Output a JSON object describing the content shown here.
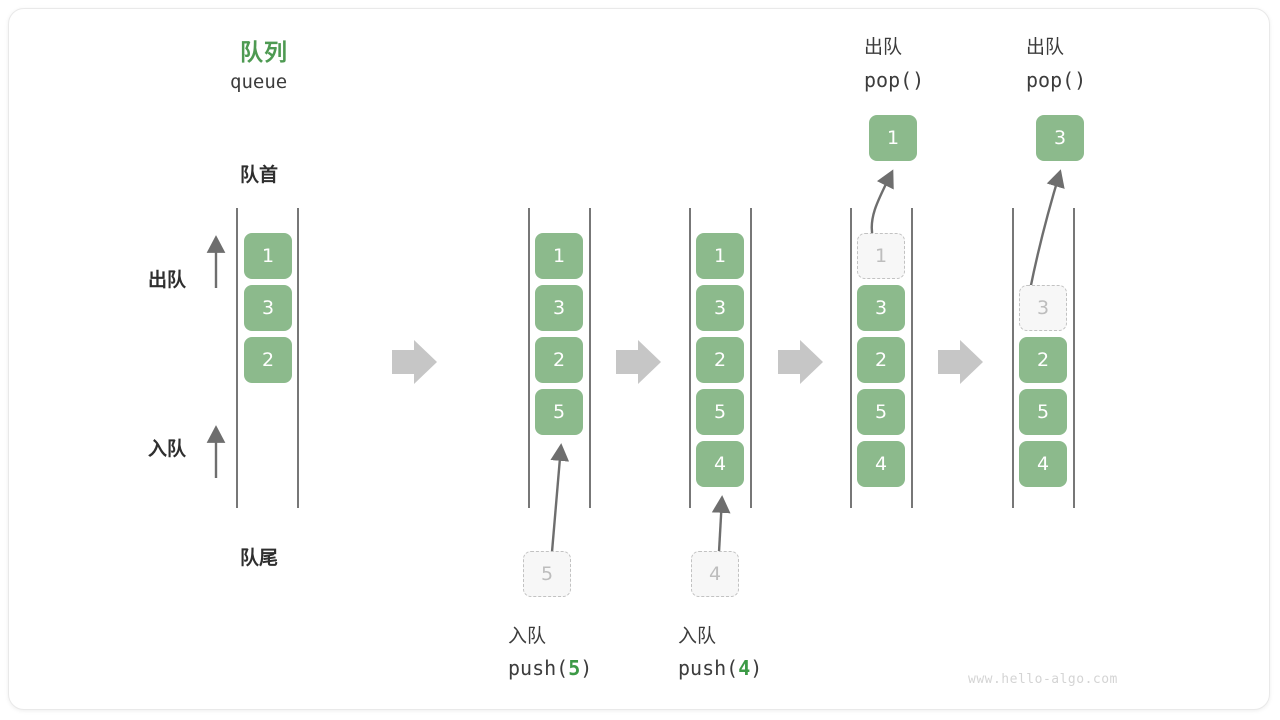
{
  "diagram": {
    "title_cn": "队列",
    "title_en": "queue",
    "front_label": "队首",
    "rear_label": "队尾",
    "dequeue_label": "出队",
    "enqueue_label": "入队",
    "watermark": "www.hello-algo.com",
    "accent_green": "#8cba8c",
    "code_green": "#3c9a46",
    "ghost_gray": "#bdbdbd"
  },
  "steps": [
    {
      "id": "initial",
      "caption_cn": "",
      "caption_code": "",
      "nodes": [
        "1",
        "3",
        "2"
      ],
      "ghost_index": -1,
      "incoming": null,
      "popped": null
    },
    {
      "id": "push-5",
      "caption_cn": "入队",
      "caption_code_prefix": "push(",
      "caption_code_arg": "5",
      "caption_code_suffix": ")",
      "nodes": [
        "1",
        "3",
        "2",
        "5"
      ],
      "ghost_index": -1,
      "incoming": "5",
      "popped": null
    },
    {
      "id": "push-4",
      "caption_cn": "入队",
      "caption_code_prefix": "push(",
      "caption_code_arg": "4",
      "caption_code_suffix": ")",
      "nodes": [
        "1",
        "3",
        "2",
        "5",
        "4"
      ],
      "ghost_index": -1,
      "incoming": "4",
      "popped": null
    },
    {
      "id": "pop-1",
      "caption_cn": "出队",
      "caption_code_prefix": "pop(",
      "caption_code_arg": "",
      "caption_code_suffix": ")",
      "nodes": [
        "1",
        "3",
        "2",
        "5",
        "4"
      ],
      "ghost_index": 0,
      "incoming": null,
      "popped": "1"
    },
    {
      "id": "pop-3",
      "caption_cn": "出队",
      "caption_code_prefix": "pop(",
      "caption_code_arg": "",
      "caption_code_suffix": ")",
      "nodes": [
        "3",
        "2",
        "5",
        "4"
      ],
      "ghost_index": 0,
      "incoming": null,
      "popped": "3"
    }
  ],
  "node_values": {
    "c1": [
      "1",
      "3",
      "2"
    ],
    "c2": [
      "1",
      "3",
      "2",
      "5"
    ],
    "c3": [
      "1",
      "3",
      "2",
      "5",
      "4"
    ],
    "c4": [
      "1",
      "3",
      "2",
      "5",
      "4"
    ],
    "c5": [
      "3",
      "2",
      "5",
      "4"
    ]
  },
  "popped_values": {
    "c4": "1",
    "c5": "3"
  },
  "incoming_values": {
    "c2": "5",
    "c3": "4"
  }
}
